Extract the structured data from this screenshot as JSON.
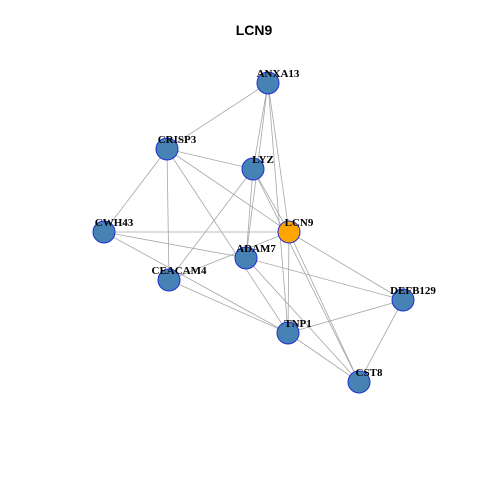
{
  "title": "LCN9",
  "colors": {
    "node_default": "#4682b4",
    "node_focus": "#ffa500",
    "node_border": "#1f2fd0",
    "edge": "#a6a6a6"
  },
  "nodes": [
    {
      "id": "ANXA13",
      "label": "ANXA13",
      "focus": false
    },
    {
      "id": "CRISP3",
      "label": "CRISP3",
      "focus": false
    },
    {
      "id": "LYZ",
      "label": "LYZ",
      "focus": false
    },
    {
      "id": "CWH43",
      "label": "CWH43",
      "focus": false
    },
    {
      "id": "LCN9",
      "label": "LCN9",
      "focus": true
    },
    {
      "id": "ADAM7",
      "label": "ADAM7",
      "focus": false
    },
    {
      "id": "CEACAM4",
      "label": "CEACAM4",
      "focus": false
    },
    {
      "id": "DEFB129",
      "label": "DEFB129",
      "focus": false
    },
    {
      "id": "TNP1",
      "label": "TNP1",
      "focus": false
    },
    {
      "id": "CST8",
      "label": "CST8",
      "focus": false
    }
  ],
  "edges": [
    [
      "ANXA13",
      "CRISP3"
    ],
    [
      "ANXA13",
      "LYZ"
    ],
    [
      "ANXA13",
      "LCN9"
    ],
    [
      "ANXA13",
      "ADAM7"
    ],
    [
      "ANXA13",
      "TNP1"
    ],
    [
      "CRISP3",
      "LYZ"
    ],
    [
      "CRISP3",
      "CWH43"
    ],
    [
      "CRISP3",
      "CEACAM4"
    ],
    [
      "CRISP3",
      "LCN9"
    ],
    [
      "CRISP3",
      "TNP1"
    ],
    [
      "LYZ",
      "LCN9"
    ],
    [
      "LYZ",
      "ADAM7"
    ],
    [
      "LYZ",
      "CEACAM4"
    ],
    [
      "LYZ",
      "CST8"
    ],
    [
      "CWH43",
      "LCN9"
    ],
    [
      "CWH43",
      "ADAM7"
    ],
    [
      "CWH43",
      "TNP1"
    ],
    [
      "LCN9",
      "CEACAM4"
    ],
    [
      "LCN9",
      "TNP1"
    ],
    [
      "LCN9",
      "CST8"
    ],
    [
      "LCN9",
      "DEFB129"
    ],
    [
      "ADAM7",
      "DEFB129"
    ],
    [
      "ADAM7",
      "CST8"
    ],
    [
      "CEACAM4",
      "TNP1"
    ],
    [
      "TNP1",
      "DEFB129"
    ],
    [
      "TNP1",
      "CST8"
    ],
    [
      "DEFB129",
      "CST8"
    ]
  ]
}
